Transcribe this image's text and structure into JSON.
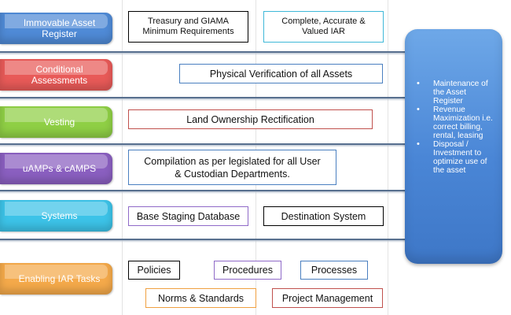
{
  "rows": [
    {
      "label": "Immovable Asset\nRegister",
      "color": "#4f8ad6"
    },
    {
      "label": "Conditional\nAssessments",
      "color": "#e85a58"
    },
    {
      "label": "Vesting",
      "color": "#8fcf45"
    },
    {
      "label": "uAMPs & cAMPS",
      "color": "#8a5fc0"
    },
    {
      "label": "Systems",
      "color": "#3cc3e8"
    },
    {
      "label": "Enabling IAR Tasks",
      "color": "#f4a94a"
    }
  ],
  "boxes": {
    "treasury": "Treasury and GIAMA\nMinimum Requirements",
    "complete_iar": "Complete, Accurate &\nValued IAR",
    "physical_verification": "Physical Verification of all Assets",
    "land_ownership": "Land Ownership Rectification",
    "compilation": "Compilation as per legislated for all User\n& Custodian Departments.",
    "base_staging": "Base Staging Database",
    "destination": "Destination System",
    "policies": "Policies",
    "procedures": "Procedures",
    "processes": "Processes",
    "norms": "Norms & Standards",
    "project_mgmt": "Project Management"
  },
  "border_colors": {
    "black": "#000000",
    "teal": "#3fb8d8",
    "blue": "#4a7fc0",
    "red": "#c0504d",
    "purple": "#8f6ac8",
    "orange": "#f0a040"
  },
  "panel": {
    "items": [
      "Maintenance of the Asset Register",
      "Revenue Maximization i.e. correct billing, rental, leasing",
      "Disposal / Investment to optimize use of the asset"
    ]
  }
}
